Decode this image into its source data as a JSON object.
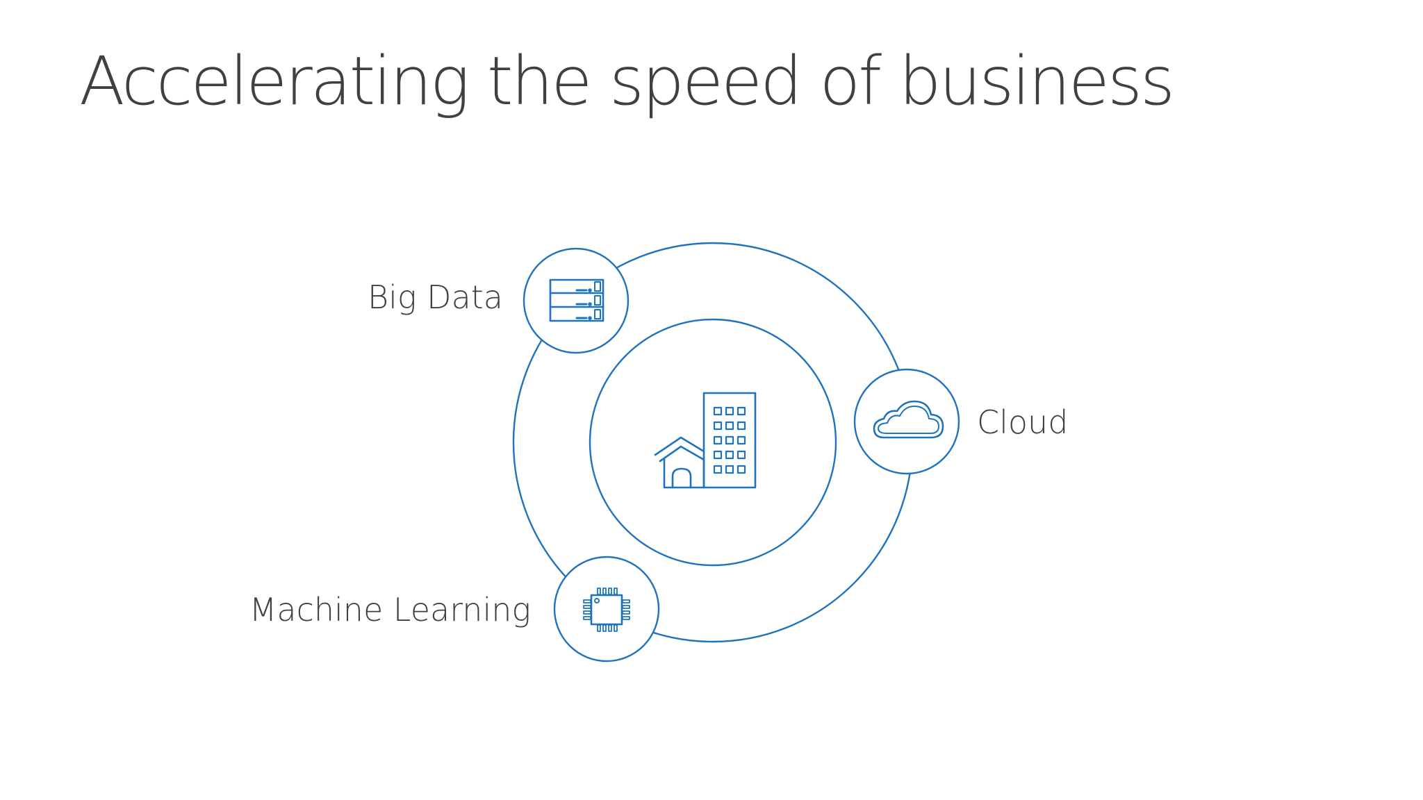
{
  "slide": {
    "title": "Accelerating the speed of business"
  },
  "diagram": {
    "center": {
      "icon": "office-building-icon"
    },
    "nodes": [
      {
        "id": "big-data",
        "label": "Big Data",
        "icon": "server-stack-icon"
      },
      {
        "id": "cloud",
        "label": "Cloud",
        "icon": "cloud-icon"
      },
      {
        "id": "machine-learning",
        "label": "Machine Learning",
        "icon": "chip-icon"
      }
    ]
  },
  "colors": {
    "accent": "#1f72bd",
    "text": "#404040",
    "background": "#ffffff"
  }
}
